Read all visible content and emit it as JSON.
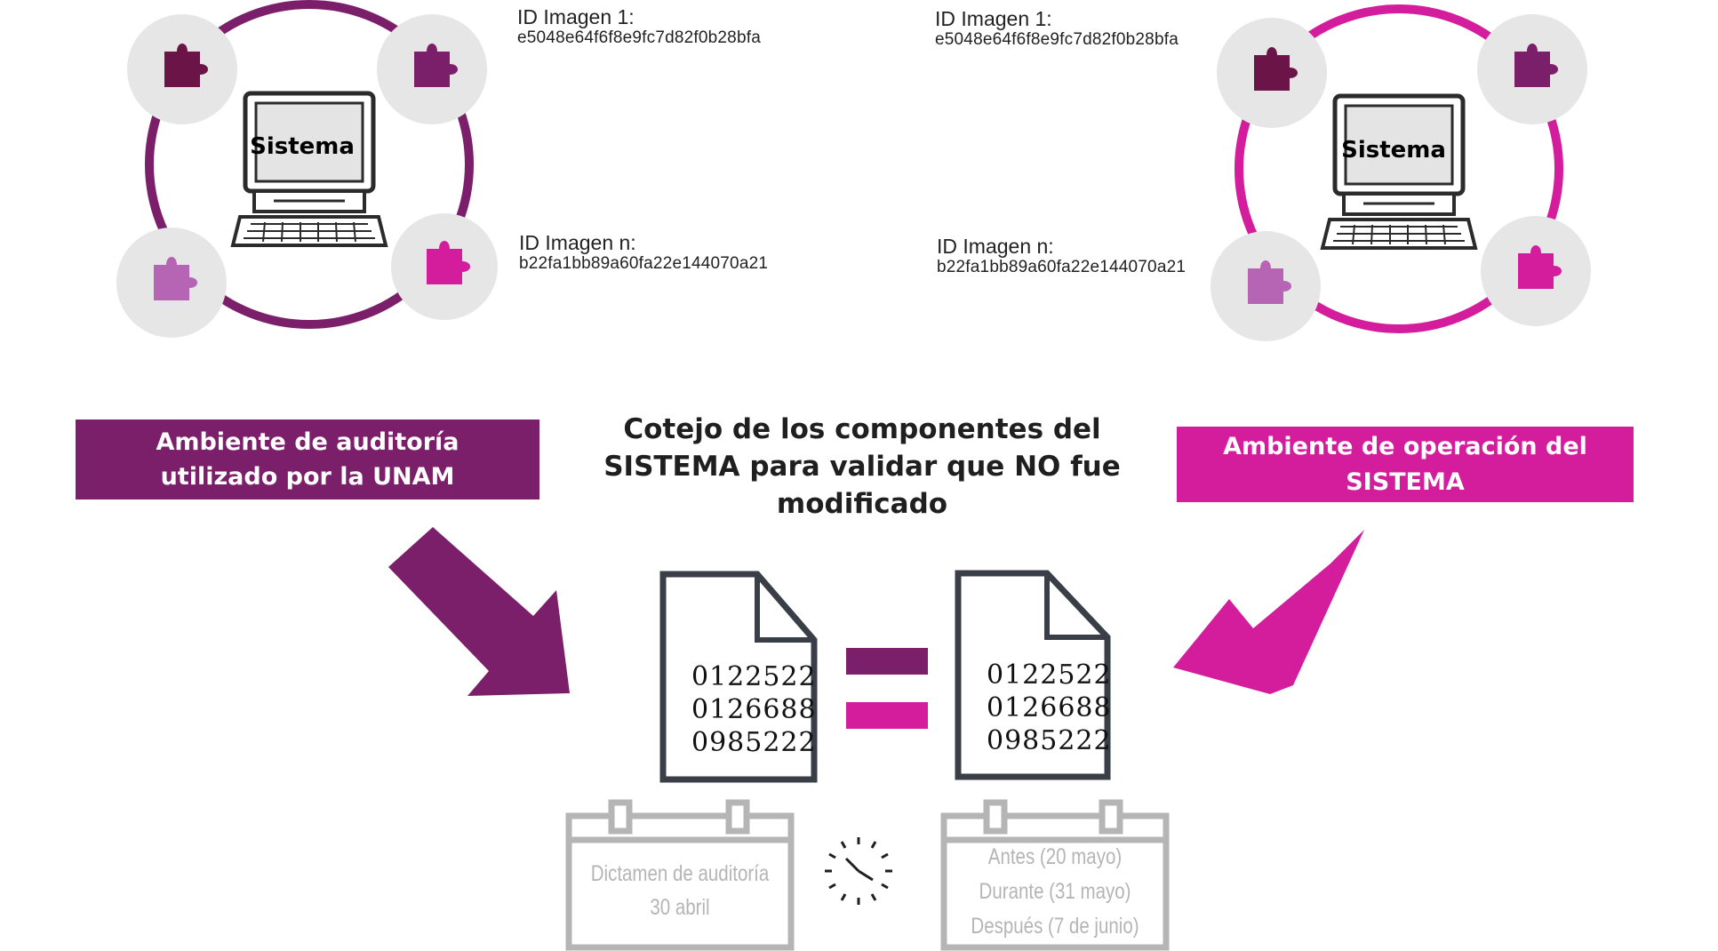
{
  "colors": {
    "purple": "#7b1f6a",
    "magenta": "#d41d9c",
    "lilac": "#b664b4",
    "dark_purple": "#6b1448",
    "gray_circle": "#e6e6e6",
    "doc_stroke": "#3a3f47",
    "calendar_gray": "#b5b5b5"
  },
  "left_system": {
    "screen_label": "Sistema",
    "id_first": {
      "title": "ID Imagen 1:",
      "hash": "e5048e64f6f8e9fc7d82f0b28bfa"
    },
    "id_last": {
      "title": "ID Imagen n:",
      "hash": "b22fa1bb89a60fa22e144070a21"
    }
  },
  "right_system": {
    "screen_label": "Sistema",
    "id_first": {
      "title": "ID Imagen 1:",
      "hash": "e5048e64f6f8e9fc7d82f0b28bfa"
    },
    "id_last": {
      "title": "ID Imagen n:",
      "hash": "b22fa1bb89a60fa22e144070a21"
    }
  },
  "banners": {
    "left": {
      "line1": "Ambiente de auditoría",
      "line2": "utilizado por la UNAM"
    },
    "right": {
      "line1": "Ambiente de operación del",
      "line2": "SISTEMA"
    }
  },
  "center_title": {
    "line1": "Cotejo de los componentes del",
    "line2": "SISTEMA para validar que NO fue",
    "line3": "modificado"
  },
  "documents": {
    "left": [
      "0122522",
      "0126688",
      "0985222"
    ],
    "right": [
      "0122522",
      "0126688",
      "0985222"
    ]
  },
  "calendars": {
    "left": {
      "line1": "Dictamen  de auditoría",
      "line2": "30 abril"
    },
    "right": {
      "line1": "Antes  (20 mayo)",
      "line2": "Durante  (31 mayo)",
      "line3": "Después  (7 de junio)"
    }
  },
  "icons": [
    "puzzle-icon",
    "computer-icon",
    "document-icon",
    "calendar-icon",
    "clock-icon",
    "equals-icon",
    "arrow-icon"
  ]
}
